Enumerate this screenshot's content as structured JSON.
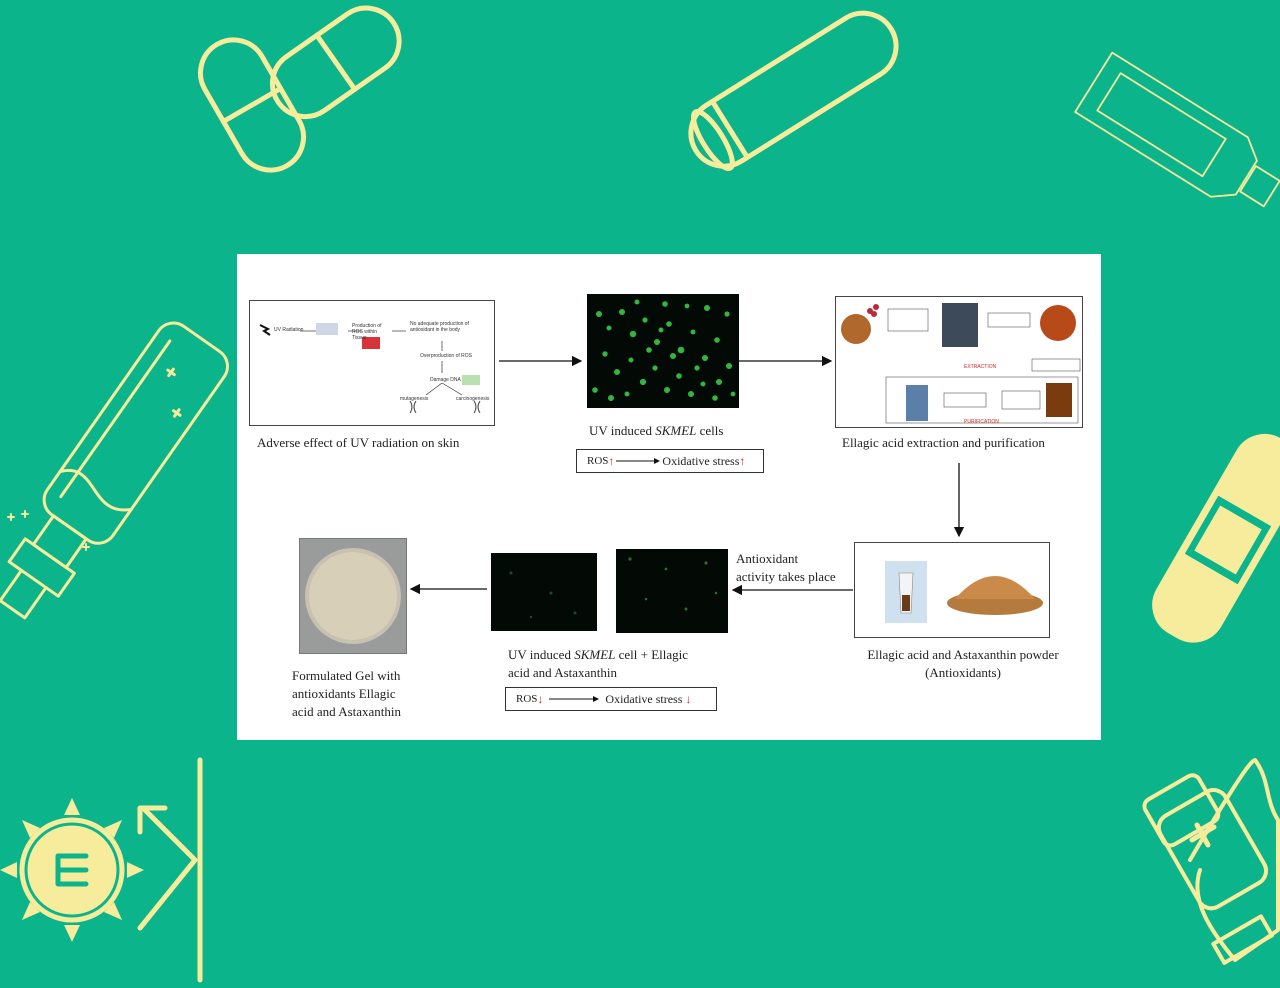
{
  "colors": {
    "background": "#0bb48b",
    "decor": "#f7ec9c",
    "panel": "#ffffff",
    "cell_green": "#3bd44b",
    "arrow_red": "#d22222"
  },
  "icons": [
    "capsule-icon",
    "test-tube-icon",
    "ointment-tube-icon",
    "spray-bottle-icon",
    "bandage-icon",
    "sun-icon",
    "sanitizer-hand-icon"
  ],
  "diagram": {
    "step1": {
      "caption": "Adverse effect of UV radiation on skin",
      "inner_labels": {
        "uv": "UV Radiation",
        "ros_production": "Production of ROS within Tissue",
        "no_adequate": "No adequate production of antioxidant in the body",
        "overproduction": "Overproduction of ROS",
        "damage_dna": "Damage DNA",
        "mutagenesis": "mutagenesis",
        "carcinogenesis": "carcinogenesis"
      }
    },
    "step2": {
      "caption_pre": "UV induced ",
      "caption_italic": "SKMEL",
      "caption_post": " cells",
      "ros_label": "ROS",
      "ros_arrow": "↑",
      "stress_label": "Oxidative stress",
      "stress_arrow": "↑"
    },
    "step3": {
      "caption": "Ellagic acid extraction and purification",
      "extraction_label": "EXTRACTION",
      "purification_label": "PURIFICATION"
    },
    "step4": {
      "caption_line1": "Ellagic acid and Astaxanthin powder",
      "caption_line2": "(Antioxidants)"
    },
    "step5": {
      "activity_line1": "Antioxidant",
      "activity_line2": "activity takes place",
      "caption_pre": "UV induced ",
      "caption_italic": "SKMEL",
      "caption_post": " cell + Ellagic",
      "caption_line2": "acid and Astaxanthin",
      "ros_label": "ROS",
      "ros_arrow": "↓",
      "stress_label": "Oxidative stress",
      "stress_arrow": "↓"
    },
    "step6": {
      "caption_line1": "Formulated Gel with",
      "caption_line2": "antioxidants Ellagic",
      "caption_line3": "acid and Astaxanthin"
    }
  }
}
